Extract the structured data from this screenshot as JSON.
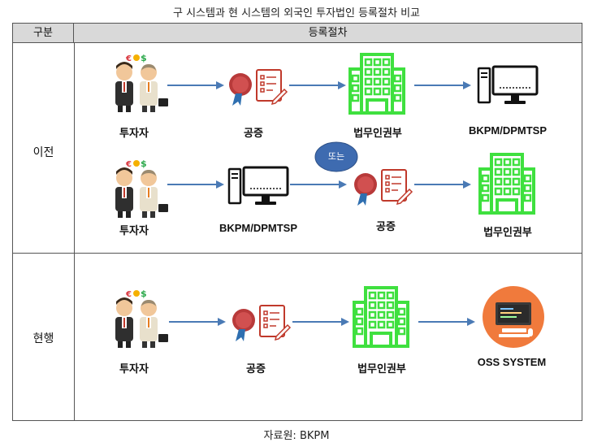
{
  "title": "구 시스템과 현 시스템의 외국인 투자법인 등록절차 비교",
  "table": {
    "header": {
      "col1": "구분",
      "col2": "등록절차"
    },
    "rows": [
      {
        "label": "이전",
        "flow1": [
          "투자자",
          "공증",
          "법무인권부",
          "BKPM/DPMTSP"
        ],
        "flow2": [
          "투자자",
          "BKPM/DPMTSP",
          "공증",
          "법무인권부"
        ],
        "or_badge": "또는"
      },
      {
        "label": "현행",
        "flow": [
          "투자자",
          "공증",
          "법무인권부",
          "OSS SYSTEM"
        ]
      }
    ]
  },
  "icons": {
    "investor": "investor-people-icon",
    "notary": "notary-seal-document-icon",
    "ministry": "green-building-icon",
    "bkpm": "computer-desktop-icon",
    "oss": "oss-system-icon",
    "money": "currency-symbols-icon"
  },
  "colors": {
    "arrow": "#4a7ab5",
    "building": "#3fe03f",
    "seal": "#c0392b",
    "badge": "#3e6bb0",
    "oss": "#f07a3c"
  },
  "source": "자료원: BKPM"
}
